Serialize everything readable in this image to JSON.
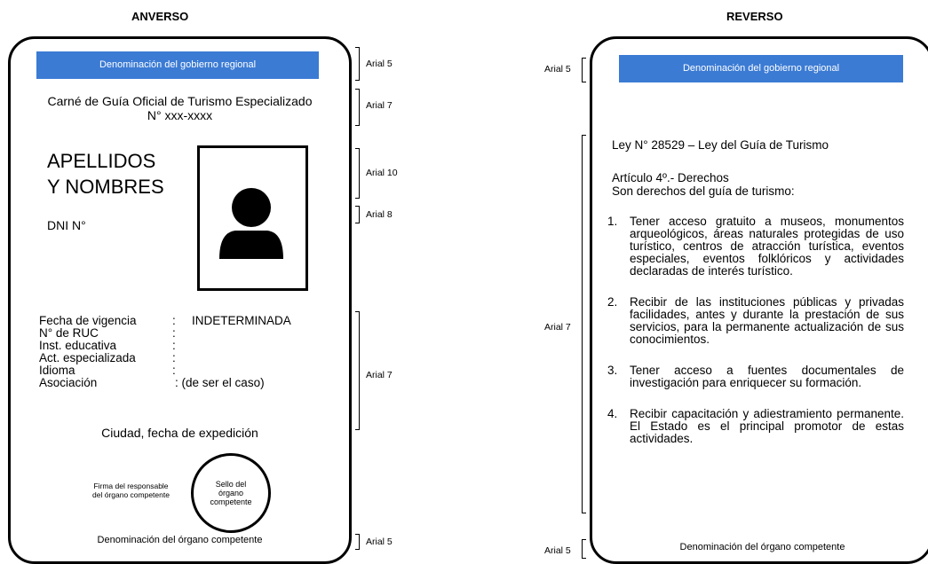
{
  "front": {
    "heading": "ANVERSO",
    "gov_name": "Denominación del gobierno regional",
    "title_line1": "Carné de Guía Oficial de Turismo Especializado",
    "title_line2": "N° xxx-xxxx",
    "name_line1": "APELLIDOS",
    "name_line2": "Y NOMBRES",
    "dni": "DNI N°",
    "fields": [
      {
        "label": "Fecha de vigencia",
        "sep": ":",
        "value": "INDETERMINADA"
      },
      {
        "label": "N° de RUC",
        "sep": ":",
        "value": ""
      },
      {
        "label": "Inst. educativa",
        "sep": ":",
        "value": ""
      },
      {
        "label": "Act. especializada",
        "sep": ":",
        "value": ""
      },
      {
        "label": "Idioma",
        "sep": ":",
        "value": ""
      },
      {
        "label": "Asociación",
        "sep": ":",
        "value": "(de ser el caso)"
      }
    ],
    "city_date": "Ciudad, fecha de expedición",
    "signature_line1": "Firma del responsable",
    "signature_line2": "del órgano competente",
    "seal_line1": "Sello del",
    "seal_line2": "órgano",
    "seal_line3": "competente",
    "footer": "Denominación del órgano competente",
    "notes": [
      "Arial 5",
      "Arial 7",
      "Arial 10",
      "Arial 8",
      "Arial 7",
      "Arial 5"
    ]
  },
  "back": {
    "heading": "REVERSO",
    "gov_name": "Denominación del gobierno regional",
    "law": "Ley N° 28529 – Ley del Guía de Turismo",
    "article": "Artículo 4º.- Derechos",
    "intro": "Son derechos del guía de turismo:",
    "items": [
      {
        "num": "1.",
        "text": "Tener acceso gratuito a museos, monumentos arqueológicos, áreas naturales protegidas de uso turístico, centros de atracción turística, eventos especiales, eventos folklóricos y actividades declaradas de interés turístico."
      },
      {
        "num": "2.",
        "text": "Recibir de las instituciones públicas y privadas facilidades, antes y durante la prestación de sus servicios, para la permanente actualización de sus conocimientos."
      },
      {
        "num": "3.",
        "text": "Tener acceso a fuentes documentales de investigación para enriquecer su formación."
      },
      {
        "num": "4.",
        "text": "Recibir capacitación y adiestramiento permanente. El Estado es el principal promotor de estas actividades."
      }
    ],
    "footer": "Denominación del órgano competente",
    "notes": [
      "Arial 5",
      "Arial 7",
      "Arial 5"
    ]
  }
}
